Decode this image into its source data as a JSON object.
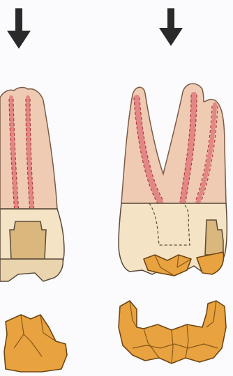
{
  "figure": {
    "panels": [
      {
        "id": "left",
        "elements": [
          {
            "kind": "arrow-icon",
            "label": ""
          },
          {
            "kind": "tooth",
            "parts": [
              "roots",
              "canals",
              "crown",
              "preparation"
            ]
          },
          {
            "kind": "inlay"
          }
        ]
      },
      {
        "id": "right",
        "elements": [
          {
            "kind": "arrow-icon",
            "label": ""
          },
          {
            "kind": "tooth",
            "parts": [
              "roots",
              "canals",
              "crown",
              "preparation",
              "pulp-chamber-outline"
            ]
          },
          {
            "kind": "onlay"
          }
        ]
      }
    ]
  },
  "colors": {
    "background": "#fbfbfd",
    "arrow": "#2a2a2a",
    "root": "#efcbb4",
    "root_outline": "#7b5a46",
    "canal": "#e07b7e",
    "canal_dash": "#b13a3c",
    "crown": "#f4e3c4",
    "crown_outline": "#5a4a3a",
    "restoration": "#e8a23f",
    "restoration_outline": "#6e4614",
    "restoration_shadow": "#c78523"
  }
}
